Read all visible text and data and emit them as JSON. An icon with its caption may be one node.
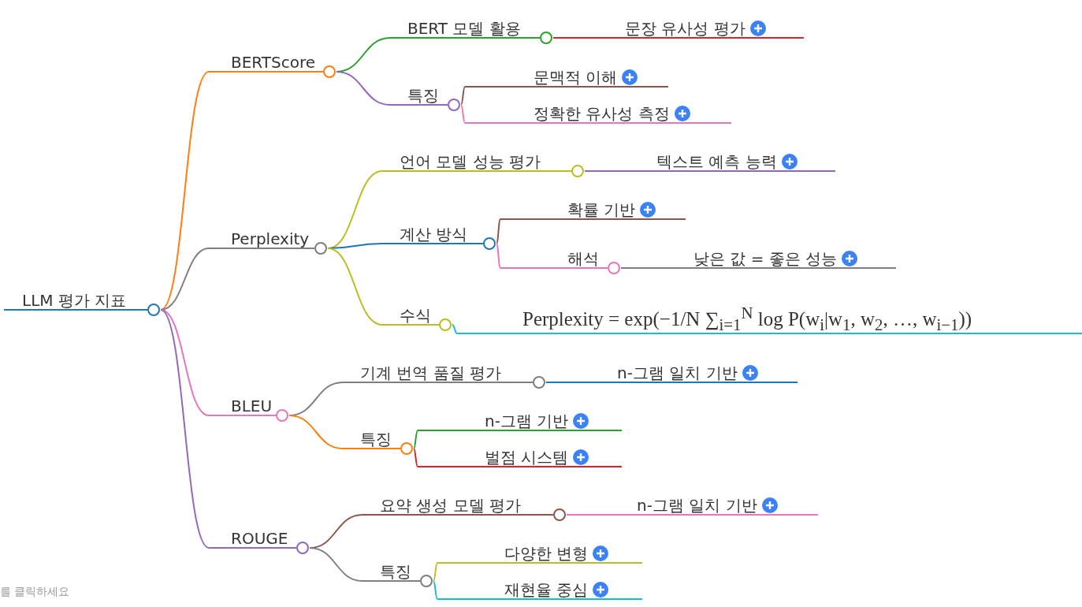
{
  "diagram": {
    "nodes": [
      {
        "text": [
          "LLM 평가 지표"
        ]
      },
      {
        "text": [
          "BERTScore"
        ]
      },
      {
        "text": [
          "BERT 모델 활용"
        ]
      },
      {
        "text": [
          "문장 유사성 평가"
        ]
      },
      {
        "text": [
          "특징"
        ]
      },
      {
        "text": [
          "문맥적 이해"
        ]
      },
      {
        "text": [
          "정확한 유사성 측정"
        ]
      },
      {
        "text": [
          "Perplexity"
        ]
      },
      {
        "text": [
          "언어 모델 성능 평가"
        ]
      },
      {
        "text": [
          "텍스트 예측 능력"
        ]
      },
      {
        "text": [
          "계산 방식"
        ]
      },
      {
        "text": [
          "확률 기반"
        ]
      },
      {
        "text": [
          "해석"
        ]
      },
      {
        "text": [
          "낮은 값 = 좋은 성능"
        ]
      },
      {
        "text": [
          "수식"
        ]
      },
      {
        "text": [
          "Perplexity = exp(−1/N ∑$_{i=1}$$^{N}$ log P(w$_{i}$|w$_{1}$, w$_{2}$, …, w$_{i−1}$))"
        ]
      },
      {
        "text": [
          "BLEU"
        ]
      },
      {
        "text": [
          "기계 번역 품질 평가"
        ]
      },
      {
        "text": [
          "n-그램 일치 기반"
        ]
      },
      {
        "text": [
          "특징"
        ]
      },
      {
        "text": [
          "n-그램 기반"
        ]
      },
      {
        "text": [
          "벌점 시스템"
        ]
      },
      {
        "text": [
          "ROUGE"
        ]
      },
      {
        "text": [
          "요약 생성 모델 평가"
        ]
      },
      {
        "text": [
          "n-그램 일치 기반"
        ]
      },
      {
        "text": [
          "특징"
        ]
      },
      {
        "text": [
          "다양한 변형"
        ]
      },
      {
        "text": [
          "재현율 중심"
        ]
      }
    ],
    "edges": [
      {
        "from": 0,
        "to": 1,
        "arrow": "none",
        "color": "#ff7f0e"
      },
      {
        "from": 1,
        "to": 2,
        "arrow": "none",
        "color": "#2ca02c"
      },
      {
        "from": 2,
        "to": 3,
        "arrow": "none",
        "color": "#d62728"
      },
      {
        "from": 1,
        "to": 4,
        "arrow": "none",
        "color": "#9467bd"
      },
      {
        "from": 4,
        "to": 5,
        "arrow": "none",
        "color": "#8c564b"
      },
      {
        "from": 4,
        "to": 6,
        "arrow": "none",
        "color": "#e377c2"
      },
      {
        "from": 0,
        "to": 7,
        "arrow": "none",
        "color": "#7f7f7f"
      },
      {
        "from": 7,
        "to": 8,
        "arrow": "none",
        "color": "#bcbd22"
      },
      {
        "from": 8,
        "to": 9,
        "arrow": "none",
        "color": "#9467bd"
      },
      {
        "from": 7,
        "to": 10,
        "arrow": "none",
        "color": "#1f77b4"
      },
      {
        "from": 10,
        "to": 11,
        "arrow": "none",
        "color": "#8c564b"
      },
      {
        "from": 10,
        "to": 12,
        "arrow": "none",
        "color": "#e377c2"
      },
      {
        "from": 12,
        "to": 13,
        "arrow": "none",
        "color": "#7f7f7f"
      },
      {
        "from": 7,
        "to": 14,
        "arrow": "none",
        "color": "#bcbd22"
      },
      {
        "from": 14,
        "to": 15,
        "arrow": "none",
        "color": "#17becf"
      },
      {
        "from": 0,
        "to": 16,
        "arrow": "none",
        "color": "#e377c2"
      },
      {
        "from": 16,
        "to": 17,
        "arrow": "none",
        "color": "#7f7f7f"
      },
      {
        "from": 17,
        "to": 18,
        "arrow": "none",
        "color": "#1f77b4"
      },
      {
        "from": 16,
        "to": 19,
        "arrow": "none",
        "color": "#ff7f0e"
      },
      {
        "from": 19,
        "to": 20,
        "arrow": "none",
        "color": "#2ca02c"
      },
      {
        "from": 19,
        "to": 21,
        "arrow": "none",
        "color": "#d62728"
      },
      {
        "from": 0,
        "to": 22,
        "arrow": "none",
        "color": "#9467bd"
      },
      {
        "from": 22,
        "to": 23,
        "arrow": "none",
        "color": "#8c564b"
      },
      {
        "from": 23,
        "to": 24,
        "arrow": "none",
        "color": "#e377c2"
      },
      {
        "from": 22,
        "to": 25,
        "arrow": "none",
        "color": "#7f7f7f"
      },
      {
        "from": 25,
        "to": 26,
        "arrow": "none",
        "color": "#bcbd22"
      },
      {
        "from": 25,
        "to": 27,
        "arrow": "none",
        "color": "#17becf"
      }
    ],
    "labels": [
      "를 클릭하세요"
    ]
  }
}
